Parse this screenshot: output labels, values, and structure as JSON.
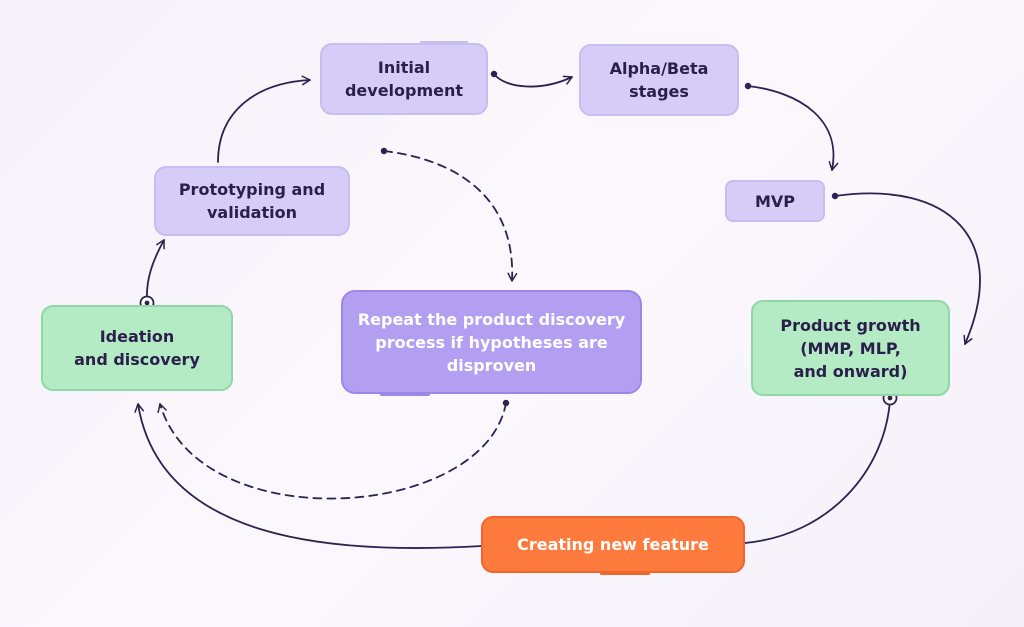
{
  "nodes": {
    "initial_development": "Initial\ndevelopment",
    "alpha_beta": "Alpha/Beta\nstages",
    "prototyping": "Prototyping and\nvalidation",
    "mvp": "MVP",
    "ideation": "Ideation\nand discovery",
    "repeat": "Repeat the product discovery\nprocess if hypotheses are\ndisproven",
    "product_growth": "Product growth\n(MMP, MLP,\nand onward)",
    "new_feature": "Creating new feature"
  },
  "colors": {
    "lavender": "#d5cdf7",
    "green": "#b4ebc4",
    "purple": "#b39ff1",
    "orange": "#ff7a3d",
    "arrow": "#2d2150",
    "text_dark": "#2a1f4a",
    "background": "#f7f1fb"
  }
}
